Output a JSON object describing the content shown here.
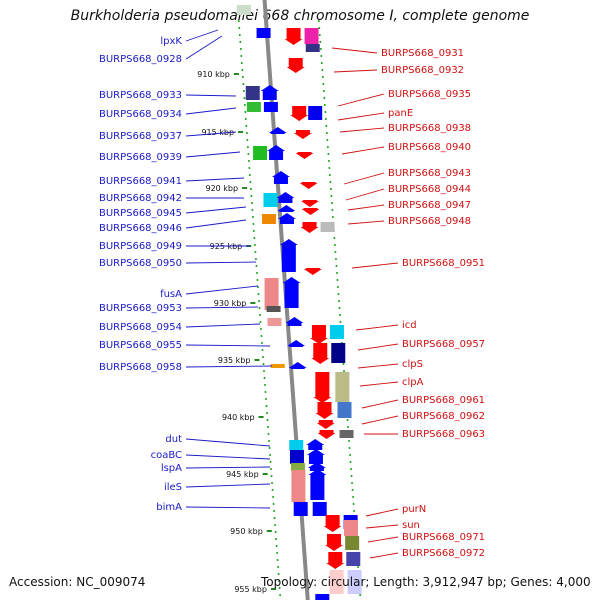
{
  "title": "Burkholderia pseudomallei 668 chromosome I, complete genome",
  "accession": "Accession: NC_009074",
  "topology": "Topology: circular; Length: 3,912,947 bp; Genes: 4,000",
  "colors": {
    "forward": "#0000ff",
    "reverse": "#ff0000",
    "left_label": "#1a1ac8",
    "right_label": "#d01010",
    "tick_dots": "#22aa22",
    "backbone": "#888888"
  },
  "ticks": [
    {
      "label": "910 kbp"
    },
    {
      "label": "915 kbp"
    },
    {
      "label": "920 kbp"
    },
    {
      "label": "925 kbp"
    },
    {
      "label": "930 kbp"
    },
    {
      "label": "935 kbp"
    },
    {
      "label": "940 kbp"
    },
    {
      "label": "945 kbp"
    },
    {
      "label": "950 kbp"
    },
    {
      "label": "955 kbp"
    }
  ],
  "left_labels": [
    "lpxK",
    "BURPS668_0928",
    "BURPS668_0933",
    "BURPS668_0934",
    "BURPS668_0937",
    "BURPS668_0939",
    "BURPS668_0941",
    "BURPS668_0942",
    "BURPS668_0945",
    "BURPS668_0946",
    "BURPS668_0949",
    "BURPS668_0950",
    "fusA",
    "BURPS668_0953",
    "BURPS668_0954",
    "BURPS668_0955",
    "BURPS668_0958",
    "dut",
    "coaBC",
    "lspA",
    "ileS",
    "bimA"
  ],
  "right_labels": [
    "BURPS668_0931",
    "BURPS668_0932",
    "BURPS668_0935",
    "panE",
    "BURPS668_0938",
    "BURPS668_0940",
    "BURPS668_0943",
    "BURPS668_0944",
    "BURPS668_0947",
    "BURPS668_0948",
    "BURPS668_0951",
    "icd",
    "BURPS668_0957",
    "clpS",
    "clpA",
    "BURPS668_0961",
    "BURPS668_0962",
    "BURPS668_0963",
    "purN",
    "sun",
    "BURPS668_0971",
    "BURPS668_0972"
  ]
}
